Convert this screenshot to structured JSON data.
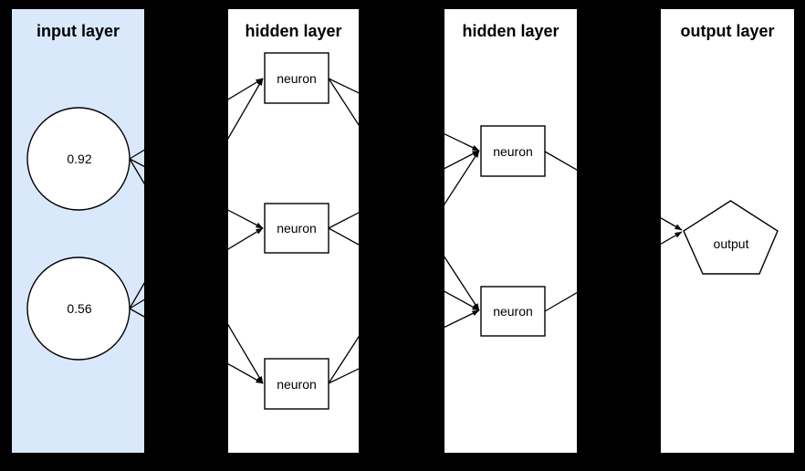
{
  "diagram": {
    "type": "neural-network",
    "colors": {
      "background": "#000000",
      "input_layer_fill": "#dae8fc",
      "panel_fill": "#ffffff",
      "node_fill": "#ffffff",
      "stroke": "#000000"
    },
    "layers": [
      {
        "title": "input layer",
        "nodes": [
          {
            "shape": "ellipse",
            "label": "0.92"
          },
          {
            "shape": "ellipse",
            "label": "0.56"
          }
        ]
      },
      {
        "title": "hidden layer",
        "nodes": [
          {
            "shape": "rectangle",
            "label": "neuron"
          },
          {
            "shape": "rectangle",
            "label": "neuron"
          },
          {
            "shape": "rectangle",
            "label": "neuron"
          }
        ]
      },
      {
        "title": "hidden layer",
        "nodes": [
          {
            "shape": "rectangle",
            "label": "neuron"
          },
          {
            "shape": "rectangle",
            "label": "neuron"
          }
        ]
      },
      {
        "title": "output layer",
        "nodes": [
          {
            "shape": "pentagon",
            "label": "output"
          }
        ]
      }
    ],
    "connections": [
      {
        "from": "input-1",
        "to": "hidden1-1"
      },
      {
        "from": "input-1",
        "to": "hidden1-2"
      },
      {
        "from": "input-1",
        "to": "hidden1-3"
      },
      {
        "from": "input-2",
        "to": "hidden1-1"
      },
      {
        "from": "input-2",
        "to": "hidden1-2"
      },
      {
        "from": "input-2",
        "to": "hidden1-3"
      },
      {
        "from": "hidden1-1",
        "to": "hidden2-1"
      },
      {
        "from": "hidden1-1",
        "to": "hidden2-2"
      },
      {
        "from": "hidden1-2",
        "to": "hidden2-1"
      },
      {
        "from": "hidden1-2",
        "to": "hidden2-2"
      },
      {
        "from": "hidden1-3",
        "to": "hidden2-1"
      },
      {
        "from": "hidden1-3",
        "to": "hidden2-2"
      },
      {
        "from": "hidden2-1",
        "to": "output-1"
      },
      {
        "from": "hidden2-2",
        "to": "output-1"
      }
    ]
  }
}
